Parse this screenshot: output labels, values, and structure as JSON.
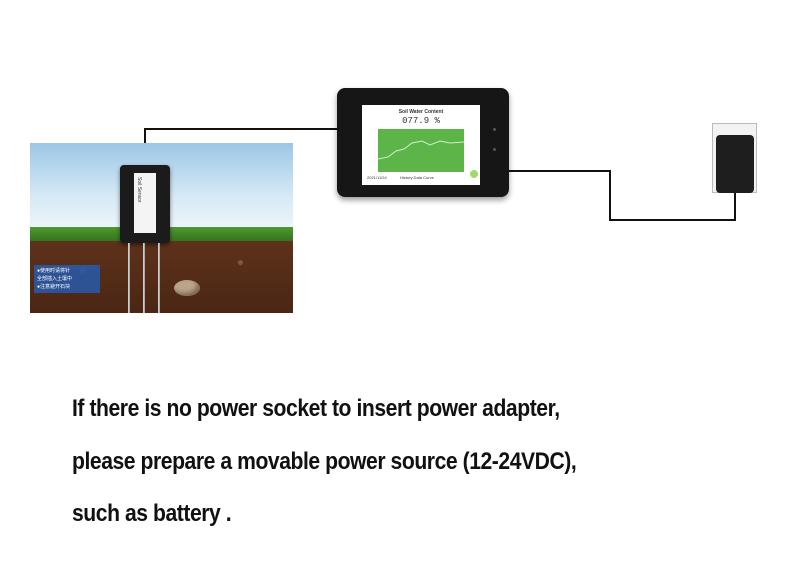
{
  "scene": {
    "tag_lines": [
      "●使用时请将针",
      "全部插入土壤中",
      "●注意避开石块"
    ],
    "probe_label": "Soil Sensor"
  },
  "device": {
    "screen_title": "Soil Water Content",
    "screen_value": "077.9  %",
    "screen_date": "2021/11/24",
    "screen_caption": "History Data Curve"
  },
  "caption": {
    "line1": "If there is no power socket to insert power adapter,",
    "line2": "please prepare a movable power source (12-24VDC),",
    "line3": "such as battery ."
  }
}
